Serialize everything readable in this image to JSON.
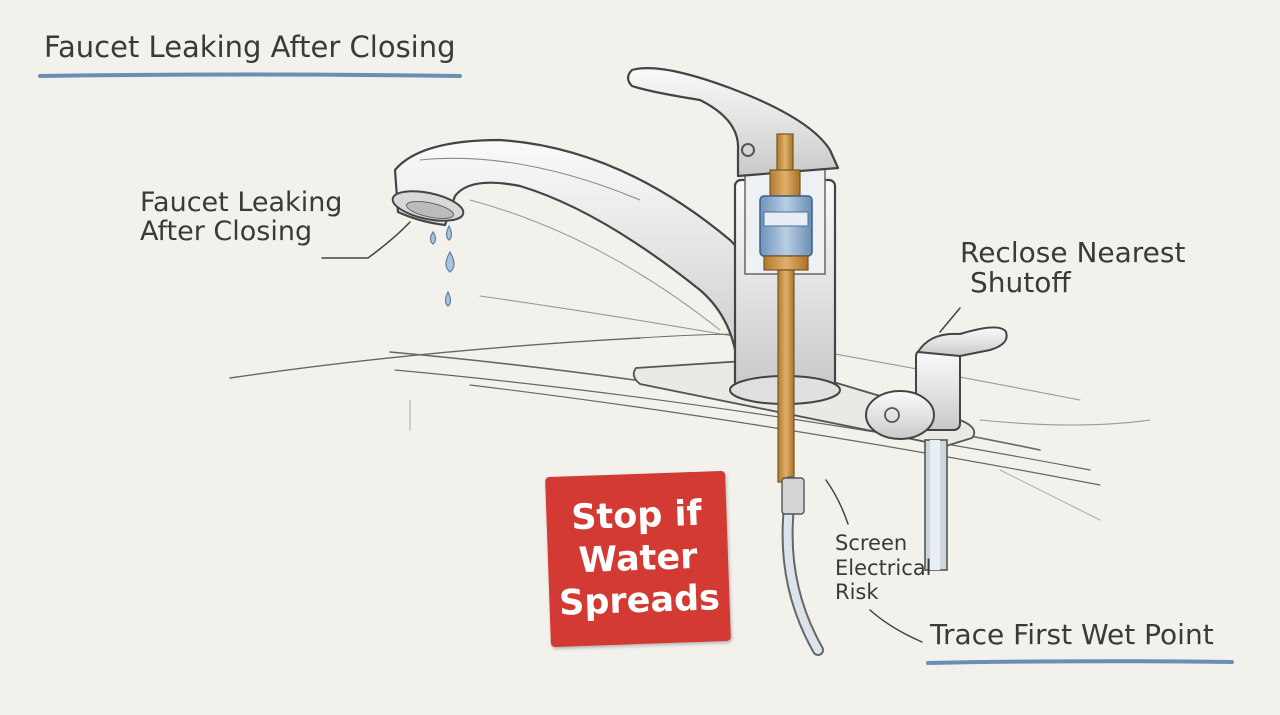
{
  "title": "Faucet Leaking After Closing",
  "labels": {
    "leak": [
      "Faucet Leaking",
      "After Closing"
    ],
    "reclose": [
      "Reclose Nearest",
      "Shutoff"
    ],
    "screen": [
      "Screen",
      "Electrical",
      "Risk"
    ],
    "trace": "Trace First Wet Point"
  },
  "warning": [
    "Stop if",
    "Water",
    "Spreads"
  ],
  "colors": {
    "accent_underline": "#6a8fb5",
    "warning": "#d23a33",
    "brass": "#c9954a",
    "cartridge": "#8fb0d0",
    "line": "#555555"
  }
}
